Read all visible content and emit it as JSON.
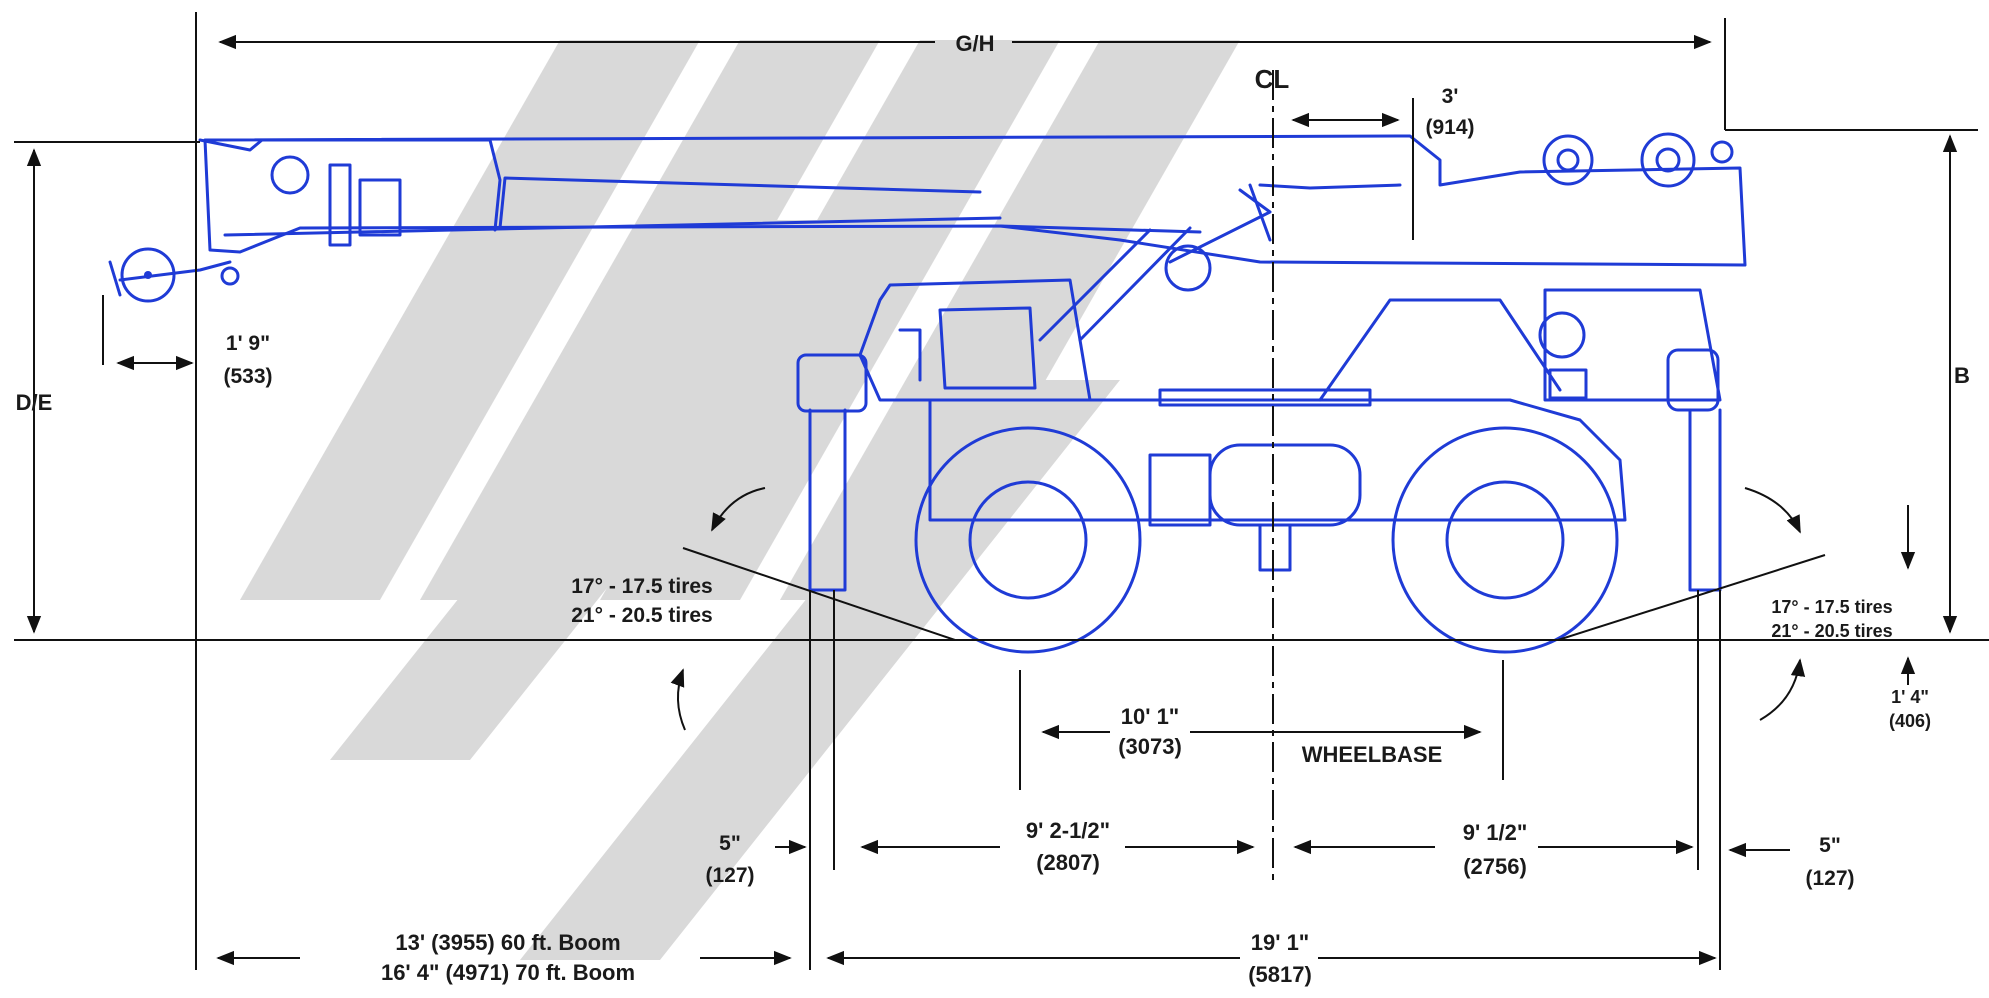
{
  "diagram": {
    "overall_length": "G/H",
    "boom_height": "D/E",
    "deck_height": "B",
    "centerline": "CL",
    "boom_tip": {
      "imperial": "1' 9\"",
      "metric": "(533)"
    },
    "boom_offset": {
      "imperial": "3'",
      "metric": "(914)"
    },
    "wheelbase": {
      "imperial": "10' 1\"",
      "metric": "(3073)",
      "label": "WHEELBASE"
    },
    "front_overhang": {
      "imperial": "5\"",
      "metric": "(127)"
    },
    "rear_overhang": {
      "imperial": "5\"",
      "metric": "(127)"
    },
    "front_to_center": {
      "imperial": "9' 2-1/2\"",
      "metric": "(2807)"
    },
    "center_to_rear": {
      "imperial": "9' 1/2\"",
      "metric": "(2756)"
    },
    "ground_clearance": {
      "imperial": "1' 4\"",
      "metric": "(406)"
    },
    "approach_angle": {
      "line1": "17° - 17.5 tires",
      "line2": "21° - 20.5 tires"
    },
    "departure_angle": {
      "line1": "17° - 17.5 tires",
      "line2": "21° - 20.5 tires"
    },
    "boom_overhang": {
      "line1": "13' (3955) 60 ft. Boom",
      "line2": "16' 4\" (4971) 70 ft. Boom"
    },
    "overall_chassis": {
      "imperial": "19' 1\"",
      "metric": "(5817)"
    }
  },
  "colors": {
    "crane": "#1f3bd6",
    "dimension_lines": "#111111",
    "watermark": "#d9d9d9"
  }
}
